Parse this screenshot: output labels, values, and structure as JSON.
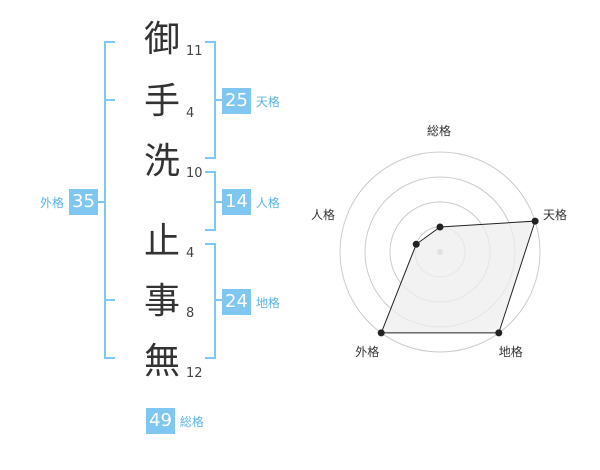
{
  "characters": [
    {
      "char": "御",
      "strokes": "11"
    },
    {
      "char": "手",
      "strokes": "4"
    },
    {
      "char": "洗",
      "strokes": "10"
    },
    {
      "char": "止",
      "strokes": "4"
    },
    {
      "char": "事",
      "strokes": "8"
    },
    {
      "char": "無",
      "strokes": "12"
    }
  ],
  "fortunes": {
    "tenkaku": {
      "value": "25",
      "label": "天格"
    },
    "jinkaku": {
      "value": "14",
      "label": "人格"
    },
    "chikaku": {
      "value": "24",
      "label": "地格"
    },
    "gaikaku": {
      "value": "35",
      "label": "外格"
    },
    "soukaku": {
      "value": "49",
      "label": "総格"
    }
  },
  "radar": {
    "axes": [
      "総格",
      "天格",
      "地格",
      "外格",
      "人格"
    ],
    "levels": 4,
    "values": [
      1,
      4,
      4,
      4,
      1
    ],
    "max": 4
  },
  "colors": {
    "accent": "#7fc6f0",
    "accent_text": "#5ab4e8",
    "radar_fill": "#eeeeee",
    "radar_stroke": "#222222",
    "grid": "#cccccc"
  }
}
